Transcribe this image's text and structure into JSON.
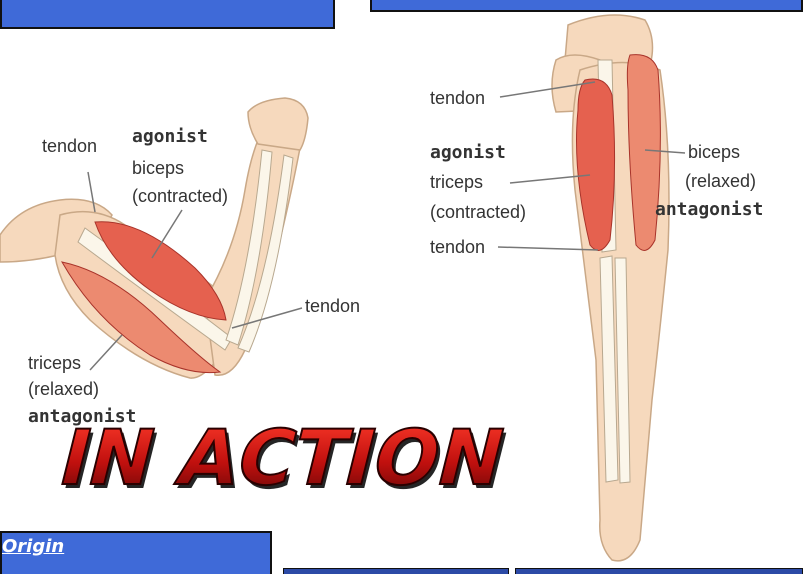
{
  "origin_link": "Origin",
  "title": "IN ACTION",
  "bent_arm": {
    "tendon_top": "tendon",
    "agonist": "agonist",
    "biceps": "biceps",
    "biceps_state": "(contracted)",
    "tendon_right": "tendon",
    "triceps": "triceps",
    "triceps_state": "(relaxed)",
    "antagonist": "antagonist"
  },
  "straight_arm": {
    "tendon_top": "tendon",
    "agonist": "agonist",
    "triceps": "triceps",
    "triceps_state": "(contracted)",
    "tendon_bottom": "tendon",
    "biceps": "biceps",
    "biceps_state": "(relaxed)",
    "antagonist": "antagonist"
  },
  "colors": {
    "panel_blue": "#3f6ad8",
    "skin": "#f6d9bd",
    "muscle": "#e5614f",
    "bone": "#fbf6ea",
    "title_red": "#b10d0d"
  }
}
